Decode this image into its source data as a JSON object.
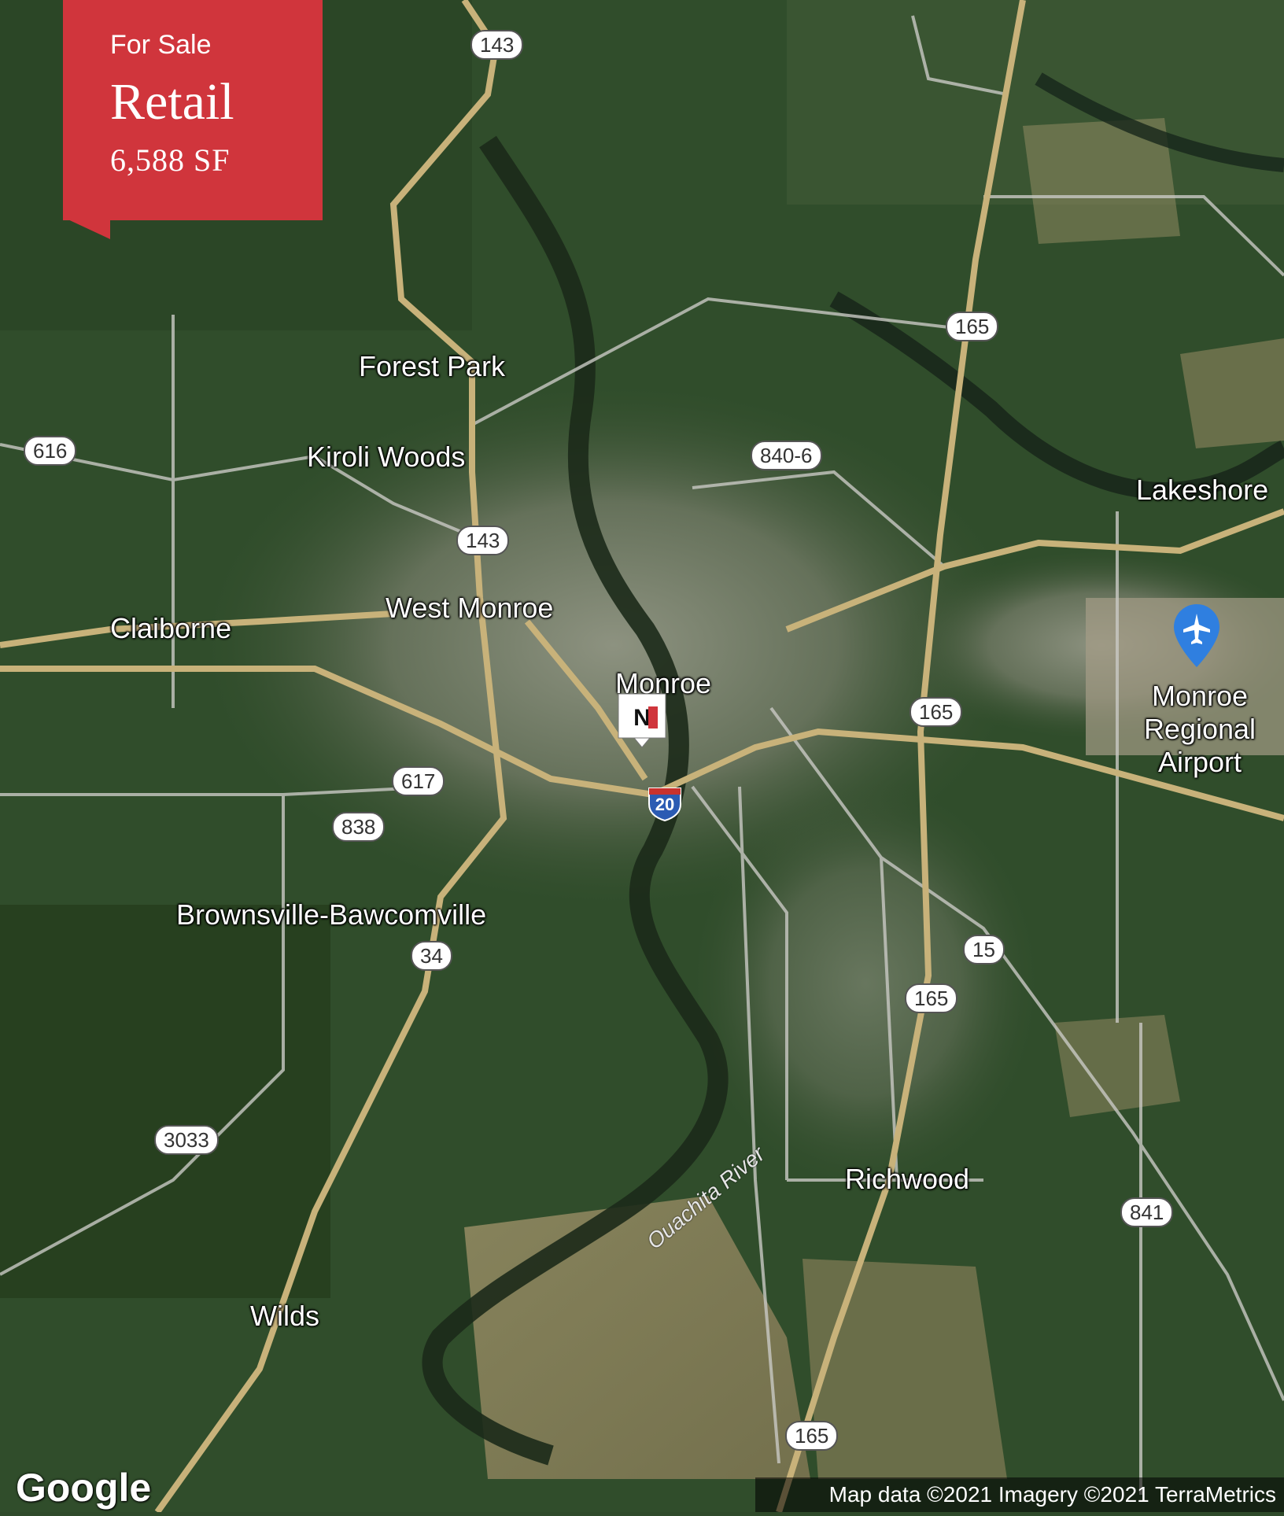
{
  "listing": {
    "status": "For Sale",
    "type": "Retail",
    "size": "6,588 SF",
    "accent_color": "#d0353c"
  },
  "places": [
    {
      "name": "Forest Park"
    },
    {
      "name": "Kiroli Woods"
    },
    {
      "name": "West Monroe"
    },
    {
      "name": "Claiborne"
    },
    {
      "name": "Monroe"
    },
    {
      "name": "Lakeshore"
    },
    {
      "name": "Brownsville-Bawcomville"
    },
    {
      "name": "Richwood"
    },
    {
      "name": "Wilds"
    },
    {
      "name": "Monroe Regional Airport"
    }
  ],
  "route_shields": [
    "143",
    "143",
    "165",
    "165",
    "165",
    "165",
    "616",
    "840-6",
    "617",
    "838",
    "34",
    "15",
    "3033",
    "841"
  ],
  "interstate": "20",
  "river": "Ouachita River",
  "marker_icon": "nai-logo-marker-icon",
  "airport_icon": "airplane-icon",
  "logo": "Google",
  "attribution": "Map data ©2021 Imagery ©2021 TerraMetrics"
}
